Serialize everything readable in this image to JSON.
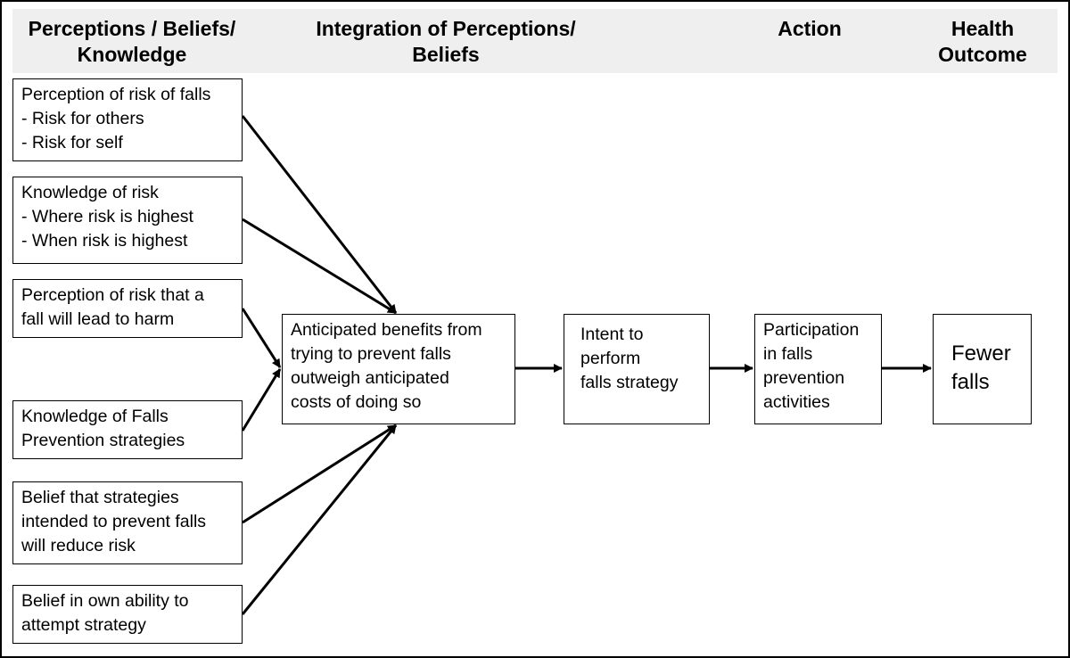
{
  "headers": {
    "col1": "Perceptions / Beliefs/\nKnowledge",
    "col2": "Integration of Perceptions/\nBeliefs",
    "col3": "Action",
    "col4": "Health\nOutcome"
  },
  "inputs": {
    "risk_of_falls": "Perception of risk of falls\n- Risk for others\n- Risk for self",
    "knowledge_of_risk": "Knowledge of risk\n- Where risk is highest\n- When risk is highest",
    "risk_of_harm": "Perception of risk that a\nfall will lead to harm",
    "knowledge_strategies": "Knowledge of Falls\nPrevention  strategies",
    "belief_reduce_risk": "Belief that strategies\nintended to prevent falls\nwill reduce risk",
    "belief_own_ability": "Belief in own ability to\nattempt strategy"
  },
  "integration": "Anticipated benefits from\ntrying to prevent falls\noutweigh anticipated\ncosts of doing so",
  "intent": "Intent to\nperform\nfalls  strategy",
  "participation": "Participation\nin falls\nprevention\nactivities",
  "outcome": "Fewer\nfalls"
}
